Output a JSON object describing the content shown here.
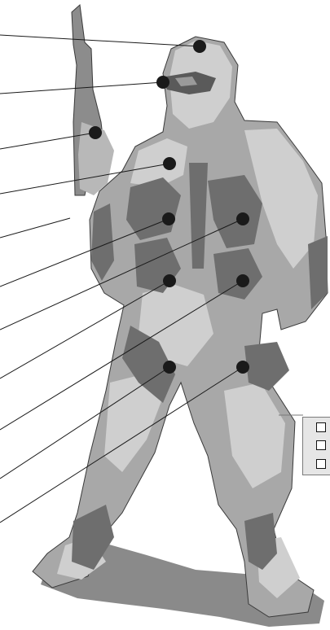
{
  "colors": {
    "background": "#ffffff",
    "marker": "#1a1a1a",
    "leader_line": "#1a1a1a",
    "figure_light": "#c6c6c6",
    "figure_mid": "#9a9a9a",
    "figure_dark": "#6e6e6e",
    "shadow": "#8a8a8a",
    "panel": "#e6e6e6",
    "checkbox": "#ffffff"
  },
  "hit_locations": [
    {
      "id": "head"
    },
    {
      "id": "eyes"
    },
    {
      "id": "right-hand"
    },
    {
      "id": "chest"
    },
    {
      "id": "right-arm"
    },
    {
      "id": "right-torso"
    },
    {
      "id": "left-torso"
    },
    {
      "id": "right-abdomen"
    },
    {
      "id": "left-abdomen"
    },
    {
      "id": "right-thigh"
    },
    {
      "id": "left-thigh"
    }
  ],
  "side_panel": {
    "checkboxes": [
      {
        "checked": false
      },
      {
        "checked": false
      },
      {
        "checked": false
      }
    ]
  }
}
